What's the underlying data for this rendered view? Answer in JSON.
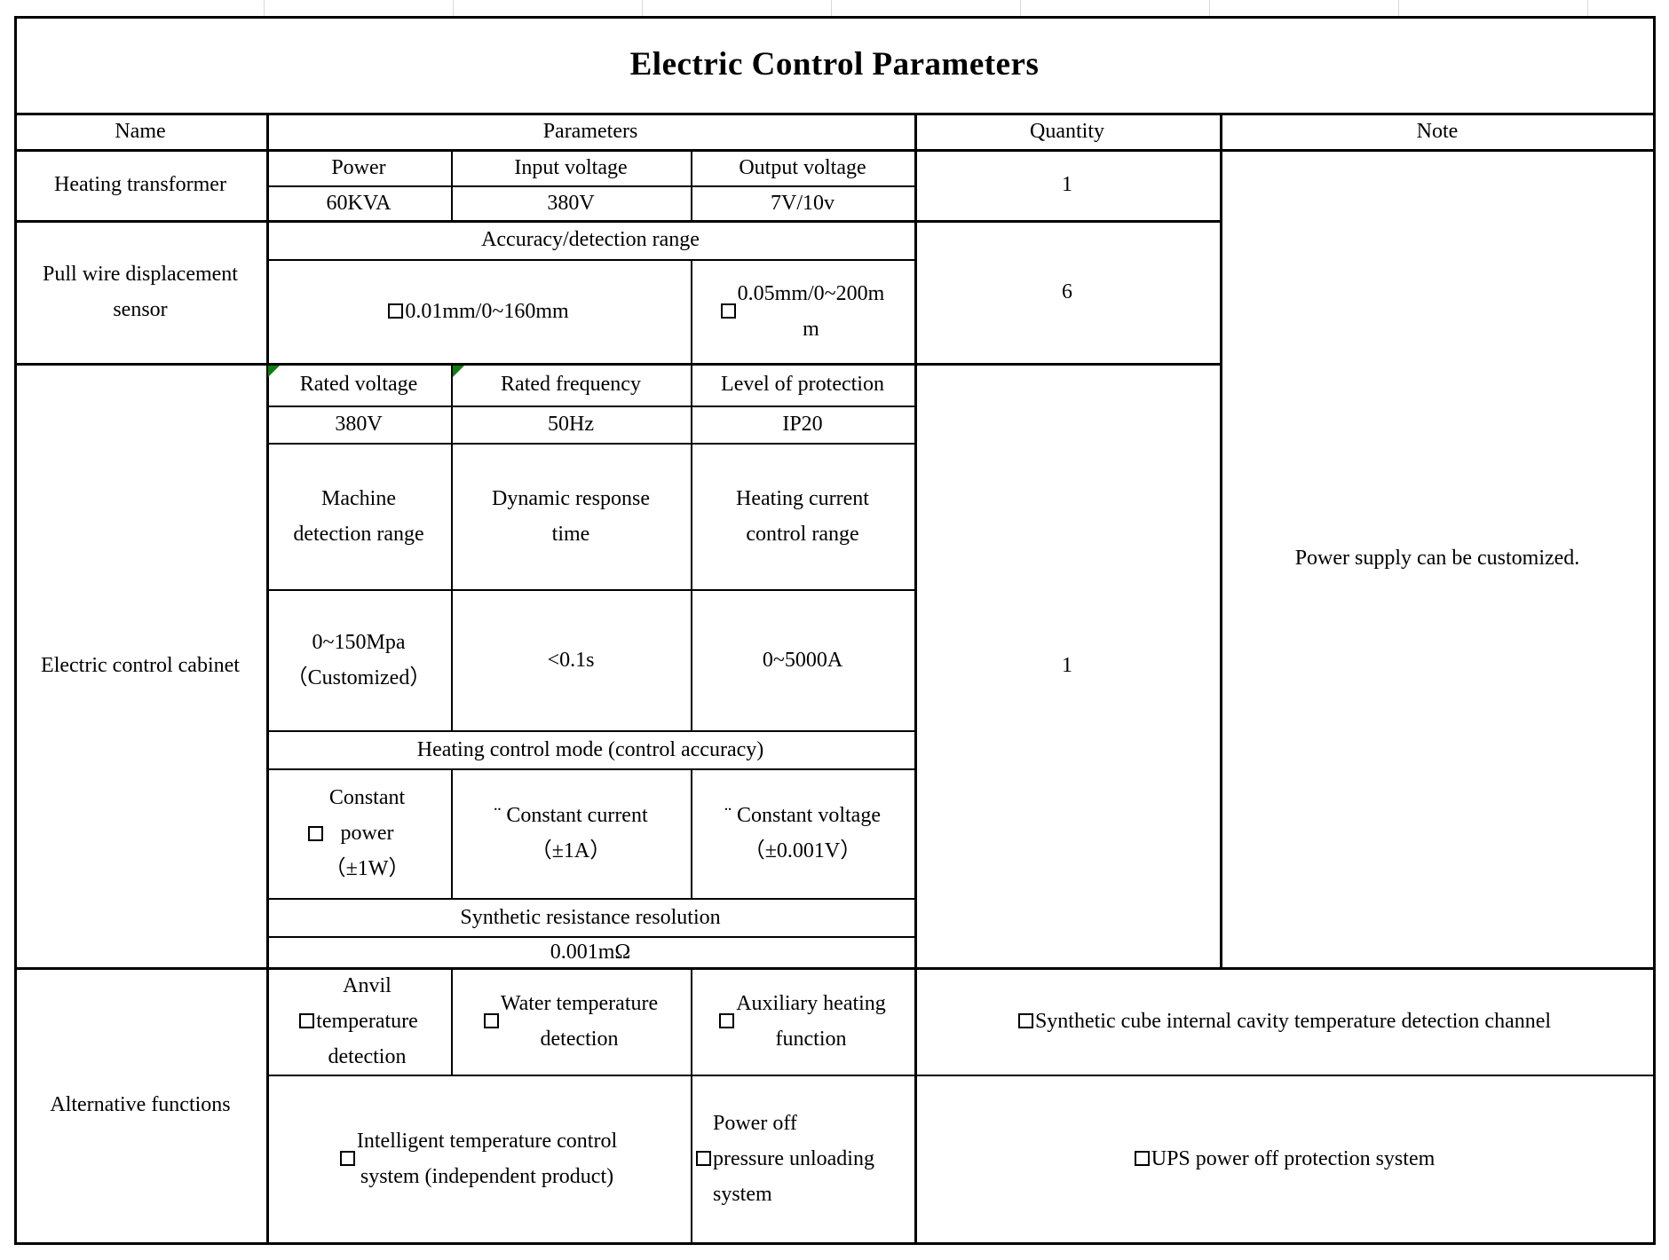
{
  "title": "Electric Control Parameters",
  "columns": {
    "name": "Name",
    "parameters": "Parameters",
    "quantity": "Quantity",
    "note": "Note"
  },
  "heating_transformer": {
    "name": "Heating transformer",
    "param_labels": [
      "Power",
      "Input voltage",
      "Output voltage"
    ],
    "param_values": [
      "60KVA",
      "380V",
      "7V/10v"
    ],
    "quantity": "1"
  },
  "pull_wire_sensor": {
    "name": "Pull wire displacement\nsensor",
    "range_header": "Accuracy/detection range",
    "option_a": "□0.01mm/0~160mm",
    "option_b": "□0.05mm/0~200m\nm",
    "quantity": "6"
  },
  "control_cabinet": {
    "name": "Electric control cabinet",
    "rated_labels": [
      "Rated voltage",
      "Rated frequency",
      "Level of protection"
    ],
    "rated_values": [
      "380V",
      "50Hz",
      "IP20"
    ],
    "range_labels": [
      "Machine\ndetection range",
      "Dynamic response\ntime",
      "Heating current\ncontrol range"
    ],
    "range_values": [
      "0~150Mpa\n（Customized）",
      "<0.1s",
      "0~5000A"
    ],
    "mode_header": "Heating control mode (control accuracy)",
    "modes": [
      "□Constant\npower\n（±1W）",
      "¨ Constant current\n（±1A）",
      "¨ Constant voltage\n（±0.001V）"
    ],
    "resistance_header": "Synthetic resistance resolution",
    "resistance_value": "0.001mΩ",
    "quantity": "1",
    "note": "Power supply can be customized."
  },
  "alternative_functions": {
    "name": "Alternative functions",
    "row1": [
      "□Anvil\ntemperature\ndetection",
      "□Water temperature\ndetection",
      "□Auxiliary heating\nfunction"
    ],
    "row1_note": "□Synthetic cube internal cavity temperature detection channel",
    "row2": [
      "□Intelligent temperature control\nsystem (independent product)",
      "□Power off\npressure unloading\nsystem"
    ],
    "row2_note": "□UPS power off protection system"
  },
  "decorations": {
    "error_indicator_color": "#107c10",
    "border_color": "#000000",
    "sheet_gridline_color": "#d9d9d9"
  }
}
